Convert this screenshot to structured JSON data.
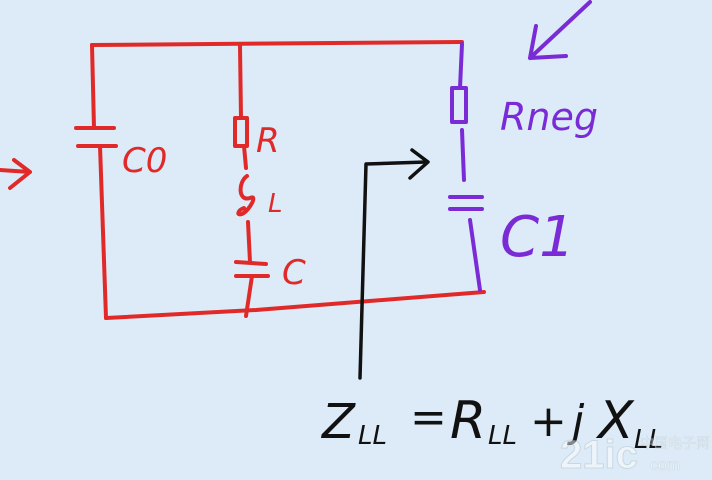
{
  "labels": {
    "c0": "C0",
    "r": "R",
    "l": "L",
    "c": "C",
    "rneg": "Rneg",
    "c1": "C1",
    "equation_z": "Z",
    "equation_sub1": "LL",
    "equation_eq": "=",
    "equation_r": "R",
    "equation_sub2": "LL",
    "equation_plus": "+",
    "equation_j": "j",
    "equation_x": "X",
    "equation_sub3": "LL"
  },
  "watermark": {
    "text": "21ic",
    "subtext": "中国电子网",
    "domain": "com"
  },
  "colors": {
    "background": "#dcebf7",
    "circuit_red": "#e02a2a",
    "circuit_purple": "#7a2bd6",
    "ink_black": "#111111"
  }
}
